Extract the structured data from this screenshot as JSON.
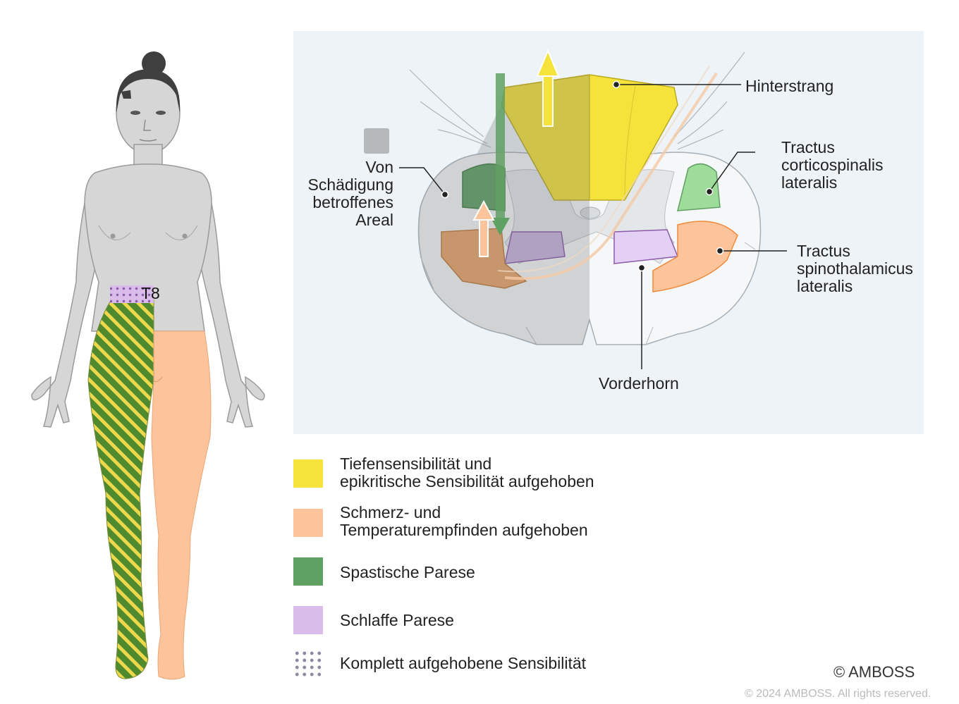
{
  "diagram": {
    "dermatome_label": "T8",
    "labels": {
      "hinterstrang": "Hinterstrang",
      "tractus_cortico": [
        "Tractus",
        "corticospinalis",
        "lateralis"
      ],
      "tractus_spino": [
        "Tractus",
        "spinothalamicus",
        "lateralis"
      ],
      "vorderhorn": "Vorderhorn",
      "damaged_area": [
        "Von",
        "Schädigung",
        "betroffenes",
        "Areal"
      ]
    }
  },
  "legend": [
    {
      "lines": [
        "Tiefensensibilität und",
        "epikritische Sensibilität aufgehoben"
      ],
      "color": "#f5e23a",
      "icon": "yellow-swatch"
    },
    {
      "lines": [
        "Schmerz- und",
        "Temperaturempfinden aufgehoben"
      ],
      "color": "#fdc39a",
      "icon": "orange-swatch"
    },
    {
      "lines": [
        "Spastische Parese"
      ],
      "color": "#5fa063",
      "icon": "green-swatch"
    },
    {
      "lines": [
        "Schlaffe Parese"
      ],
      "color": "#d9bcea",
      "icon": "purple-swatch"
    },
    {
      "lines": [
        "Komplett aufgehobene Sensibilität"
      ],
      "color": "#8a8aa0",
      "icon": "dotted-swatch"
    }
  ],
  "copyright": {
    "brand": "© AMBOSS",
    "notice": "© 2024 AMBOSS. All rights reserved."
  },
  "colors": {
    "yellow": "#f5e23a",
    "orange": "#fdc39a",
    "green": "#5fa063",
    "purple": "#d9bcea",
    "skin": "#d6d6d6",
    "panel": "#eef3f7"
  }
}
